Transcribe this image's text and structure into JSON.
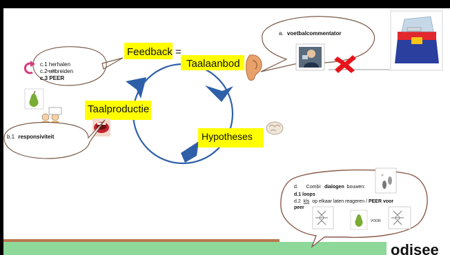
{
  "cycle": {
    "feedback": "Feedback",
    "equals": "=",
    "taalaanbod": "Taalaanbod",
    "hypotheses": "Hypotheses",
    "taalproductie": "Taalproductie"
  },
  "bubble_a": {
    "prefix": "a.",
    "label": "voetbalcommentator"
  },
  "bubble_c": {
    "line1": "c.1 herhalen",
    "line2": "c.2 uitbreiden",
    "line3": "c.3 PEER"
  },
  "bubble_b": {
    "prefix": "b.1",
    "label": "responsiviteit"
  },
  "bubble_d": {
    "prefix": "d.",
    "line1_a": "Combi:",
    "line1_b": "dialogen",
    "line1_c": "bouwen:",
    "line2": "d.1 loops",
    "line3_a": "d.2",
    "line3_b": "kls",
    "line3_c": "op elkaar laten reageren / ",
    "line3_d": "PEER voor",
    "line4": "peer",
    "voor": "VOOR"
  },
  "logo": {
    "text": "odisee"
  },
  "colors": {
    "highlight": "#ffff00",
    "arrow": "#2e5fa8",
    "cross": "#e8141c",
    "footer_green": "#8ed89a",
    "footer_brown": "#b9784e",
    "frame": "#000000"
  },
  "icons": [
    "speaker-icon",
    "ear-icon",
    "brain-icon",
    "mouth-icon",
    "pear-icon",
    "refresh-icon",
    "cross-icon",
    "toolbox-icon",
    "children-icon",
    "footprint-icon"
  ]
}
